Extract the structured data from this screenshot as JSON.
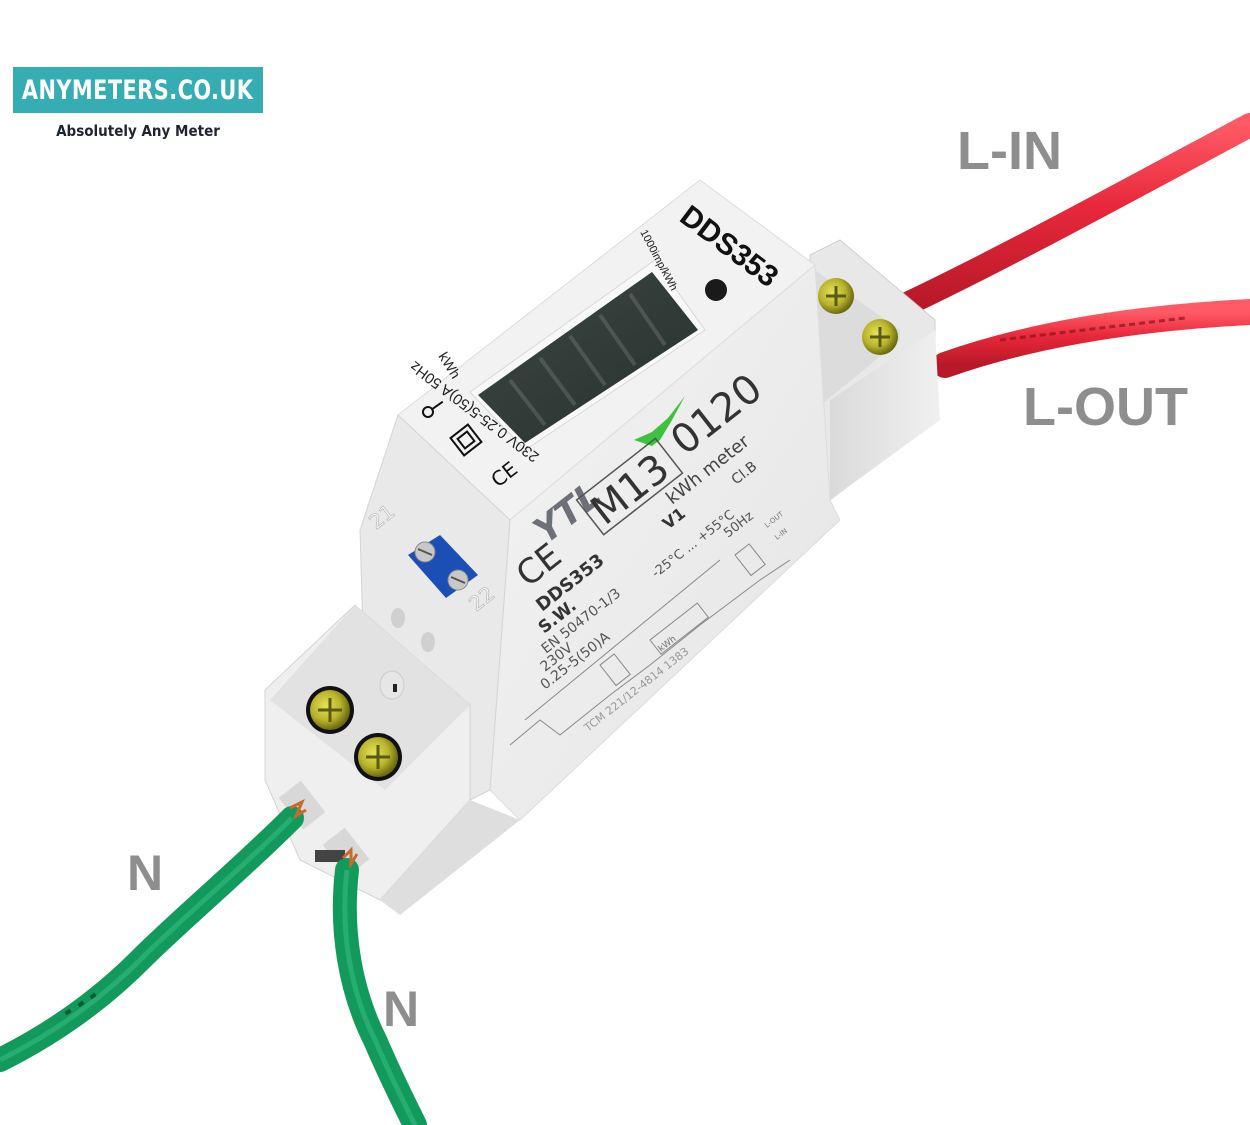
{
  "brand": {
    "logo_text": "ANYMETERS.CO.UK",
    "tagline": "Absolutely Any Meter",
    "accent_color": "#35adb2"
  },
  "wire_labels": {
    "l_in": "L-IN",
    "l_out": "L-OUT",
    "n_left": "N",
    "n_bottom": "N"
  },
  "colors": {
    "live_wire": "#e8283a",
    "neutral_wire": "#129a5c",
    "meter_body": "#ededed",
    "label_gray": "#8e8e8e",
    "screw_brass": "#b9b52a",
    "terminal_blue": "#1c4fb5",
    "logo_leaf": "#3cc23c"
  },
  "meter": {
    "model": "DDS353",
    "impulse_rate": "1000imp/kWh",
    "unit": "kWh",
    "display_rating": "230V  0.25-5(50)A  50Hz",
    "brand_mark": "YTL",
    "approval_code": "M13",
    "approval_year": "0120",
    "type_label": "kWh meter",
    "version": "V1",
    "class": "Cl.B",
    "temperature_range": "-25°C ... +55°C",
    "frequency": "50Hz",
    "model_label": "DDS353",
    "sw_label": "S.W.",
    "standard": "EN 50470-1/3",
    "voltage": "230V",
    "current": "0.25-5(50)A",
    "cert": "TCM 221/12-4814 1383",
    "terminal_l_out": "L-OUT",
    "terminal_l_in": "L-IN",
    "terminal_numbers": [
      "21",
      "22"
    ],
    "kwh_box": "kWh",
    "ce_mark": "CE"
  }
}
